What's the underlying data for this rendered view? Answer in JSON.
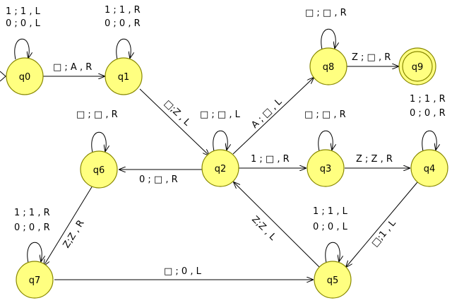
{
  "diagram": {
    "colors": {
      "state_fill": "#ffff80",
      "state_stroke": "#888800",
      "edge": "#000000"
    },
    "states": {
      "q0": "q0",
      "q1": "q1",
      "q2": "q2",
      "q3": "q3",
      "q4": "q4",
      "q5": "q5",
      "q6": "q6",
      "q7": "q7",
      "q8": "q8",
      "q9": "q9"
    },
    "transitions": {
      "q0_loop": [
        "1 ; 1 , L",
        "0 ; 0 , L"
      ],
      "q0_q1": [
        "□ ; A , R"
      ],
      "q1_loop": [
        "1 ; 1 , R",
        "0 ; 0 , R"
      ],
      "q1_q2": [
        "□;Z , L"
      ],
      "q2_loop": [
        "□ ; □ , L"
      ],
      "q2_q8": [
        "A ; □ , L"
      ],
      "q2_q3": [
        "1 ; □ , R"
      ],
      "q2_q6": [
        "0 ; □ , R"
      ],
      "q8_loop": [
        "□ ; □ , R"
      ],
      "q8_q9": [
        "Z ; □ , R"
      ],
      "q3_loop": [
        "□ ; □ , R"
      ],
      "q3_q4": [
        "Z ; Z , R"
      ],
      "q4_loop": [
        "1 ; 1 , R",
        "0 ; 0 , R"
      ],
      "q4_q5": [
        "□;1 , L"
      ],
      "q5_loop": [
        "1 ; 1 , L",
        "0 ; 0 , L"
      ],
      "q5_q2": [
        "Z;Z , L"
      ],
      "q6_loop": [
        "□ ; □ , R"
      ],
      "q6_q7": [
        "Z;Z , R"
      ],
      "q7_loop": [
        "1 ; 1 , R",
        "0 ; 0 , R"
      ],
      "q7_q5": [
        "□ ; 0 , L"
      ]
    }
  }
}
